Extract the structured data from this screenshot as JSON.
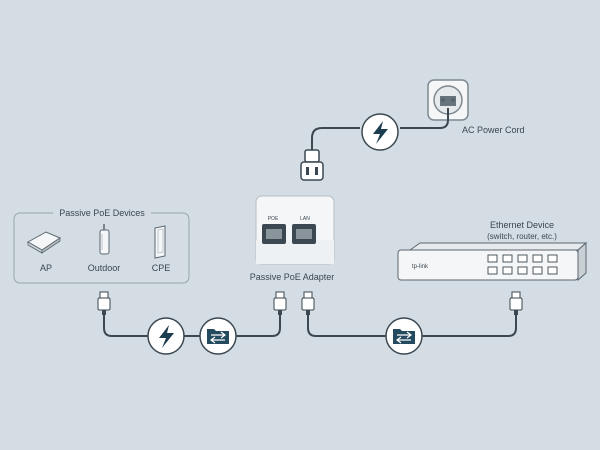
{
  "labels": {
    "ac_power_cord": "AC Power Cord",
    "passive_poe_devices": "Passive PoE Devices",
    "ap": "AP",
    "outdoor": "Outdoor",
    "cpe": "CPE",
    "passive_poe_adapter": "Passive PoE Adapter",
    "poe_port": "POE",
    "lan_port": "LAN",
    "ethernet_device": "Ethernet Device",
    "ethernet_device_examples": "(switch, router, etc.)",
    "brand": "tp-link"
  },
  "icons": {
    "power": "lightning-bolt-icon",
    "data": "data-exchange-icon",
    "outlet": "wall-outlet-icon"
  },
  "colors": {
    "background": "#d4dde3",
    "badge_fill": "#ffffff",
    "badge_icon": "#1c3d4f",
    "data_badge_fill": "#234a5e",
    "cable": "#3b4852"
  }
}
